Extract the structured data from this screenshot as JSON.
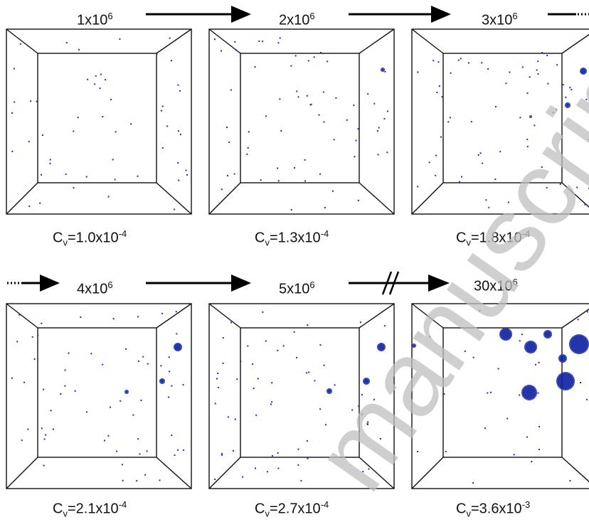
{
  "steps": [
    {
      "label": "1x10",
      "exp": "6"
    },
    {
      "label": "2x10",
      "exp": "6"
    },
    {
      "label": "3x10",
      "exp": "6"
    },
    {
      "label": "4x10",
      "exp": "6"
    },
    {
      "label": "5x10",
      "exp": "6"
    },
    {
      "label": "30x10",
      "exp": "6"
    }
  ],
  "cv": [
    {
      "prefix": "C",
      "sub": "v",
      "value": "=1.0x10",
      "exp": "-4"
    },
    {
      "prefix": "C",
      "sub": "v",
      "value": "=1.3x10",
      "exp": "-4"
    },
    {
      "prefix": "C",
      "sub": "v",
      "value": "=1.8x10",
      "exp": "-4"
    },
    {
      "prefix": "C",
      "sub": "v",
      "value": "=2.1x10",
      "exp": "-4"
    },
    {
      "prefix": "C",
      "sub": "v",
      "value": "=2.7x10",
      "exp": "-4"
    },
    {
      "prefix": "C",
      "sub": "v",
      "value": "=3.6x10",
      "exp": "-3"
    }
  ],
  "watermark": {
    "text": "manuscript"
  },
  "colors": {
    "dots": "#1a2acc",
    "clusters": "#0b1f9e",
    "frame": "#111111",
    "watermark": "#bfbfbf"
  }
}
